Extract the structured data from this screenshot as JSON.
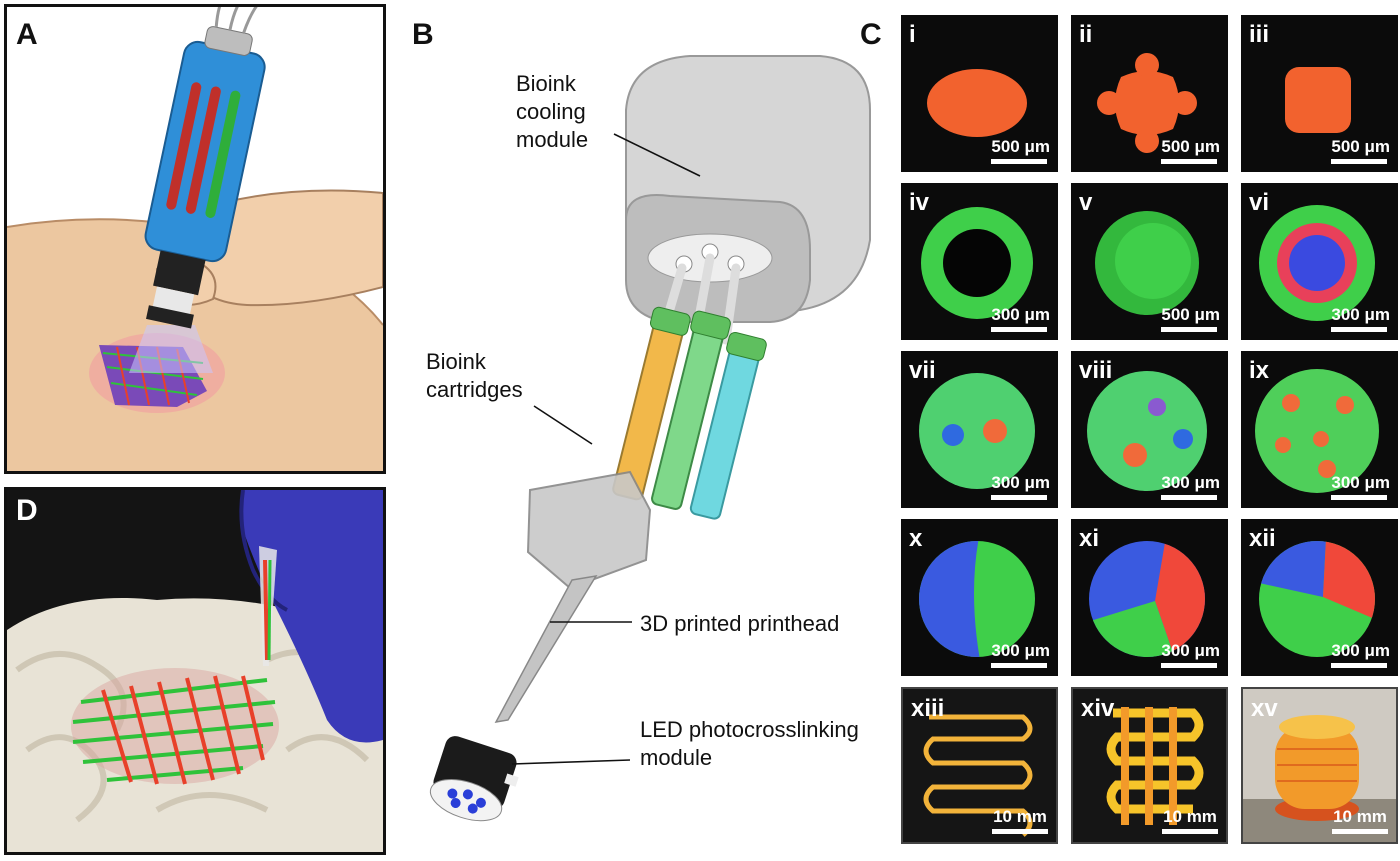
{
  "panels": {
    "a": {
      "label": "A"
    },
    "b": {
      "label": "B",
      "callouts": {
        "cooling": "Bioink\ncooling\nmodule",
        "cartridges": "Bioink\ncartridges",
        "printhead": "3D printed printhead",
        "led": "LED photocrosslinking\nmodule"
      }
    },
    "c": {
      "label": "C",
      "tiles": [
        {
          "numeral": "i",
          "scale": "500 μm"
        },
        {
          "numeral": "ii",
          "scale": "500 μm"
        },
        {
          "numeral": "iii",
          "scale": "500 μm"
        },
        {
          "numeral": "iv",
          "scale": "300 μm"
        },
        {
          "numeral": "v",
          "scale": "500 μm"
        },
        {
          "numeral": "vi",
          "scale": "300 μm"
        },
        {
          "numeral": "vii",
          "scale": "300 μm"
        },
        {
          "numeral": "viii",
          "scale": "300 μm"
        },
        {
          "numeral": "ix",
          "scale": "300 μm"
        },
        {
          "numeral": "x",
          "scale": "300 μm"
        },
        {
          "numeral": "xi",
          "scale": "300 μm"
        },
        {
          "numeral": "xii",
          "scale": "300 μm"
        },
        {
          "numeral": "xiii",
          "scale": "10 mm"
        },
        {
          "numeral": "xiv",
          "scale": "10 mm"
        },
        {
          "numeral": "xv",
          "scale": "10 mm"
        }
      ]
    },
    "d": {
      "label": "D"
    }
  },
  "colors": {
    "device_blue": "#2f8fd8",
    "fiber_red": "#e8402a",
    "fiber_green": "#2fc23a",
    "fiber_blue": "#3a5ae0",
    "skin": "#ecc7a0"
  }
}
